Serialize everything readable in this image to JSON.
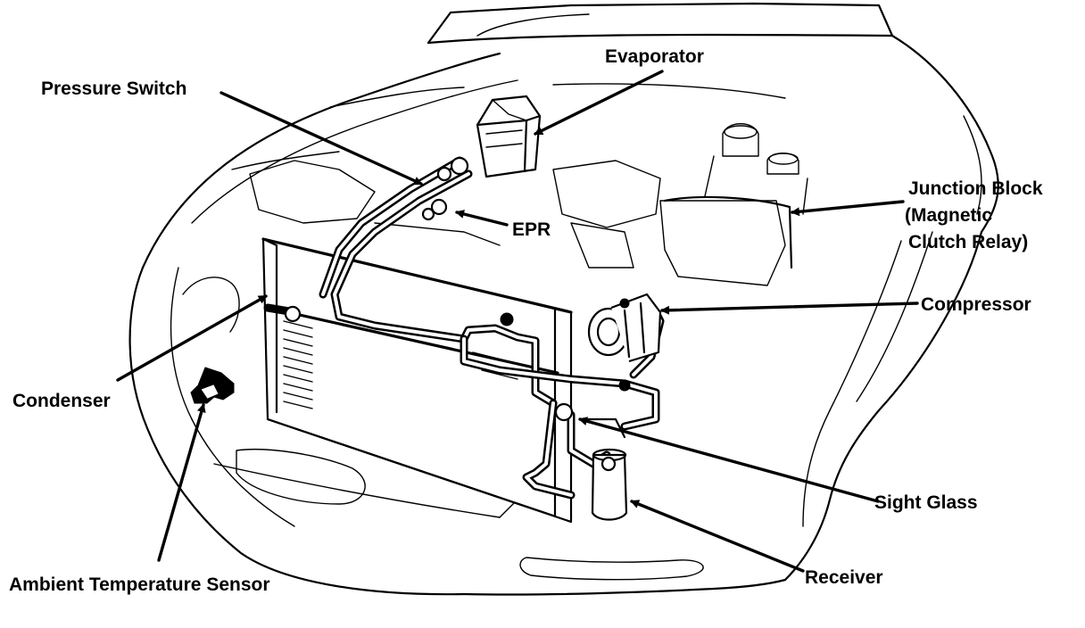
{
  "labels": {
    "pressure_switch": "Pressure Switch",
    "evaporator": "Evaporator",
    "epr": "EPR",
    "junction_block_line1": "Junction Block",
    "junction_block_line2": "(Magnetic",
    "junction_block_line3": "Clutch Relay)",
    "compressor": "Compressor",
    "condenser": "Condenser",
    "sight_glass": "Sight Glass",
    "receiver": "Receiver",
    "ambient_temperature_sensor": "Ambient Temperature Sensor"
  },
  "colors": {
    "ink": "#000000",
    "paper": "#ffffff"
  }
}
